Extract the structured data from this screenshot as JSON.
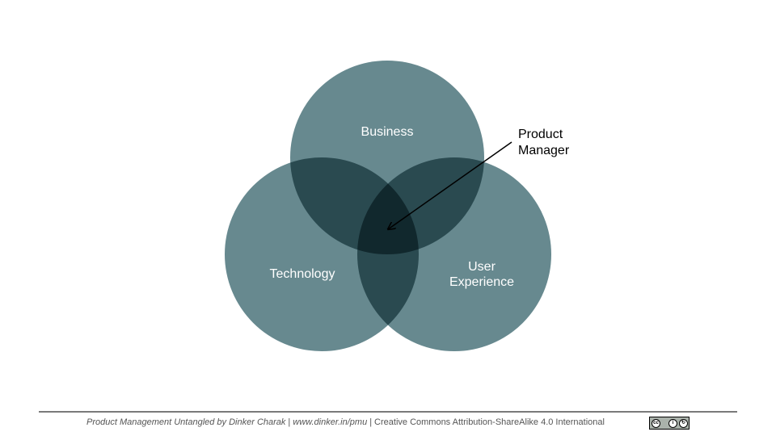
{
  "diagram": {
    "circles": [
      {
        "label_lines": [
          "Business"
        ]
      },
      {
        "label_lines": [
          "Technology"
        ]
      },
      {
        "label_lines": [
          "User",
          "Experience"
        ]
      }
    ],
    "annotation": {
      "lines": [
        "Product",
        "Manager"
      ]
    },
    "circle_color": "#67898f"
  },
  "footer": {
    "book": "Product Management Untangled by Dinker Charak",
    "url": "www.dinker.in/pmu",
    "license": "Creative Commons Attribution-ShareAlike 4.0 International",
    "separator": "|",
    "badge_icon": "cc-by-sa-icon"
  }
}
